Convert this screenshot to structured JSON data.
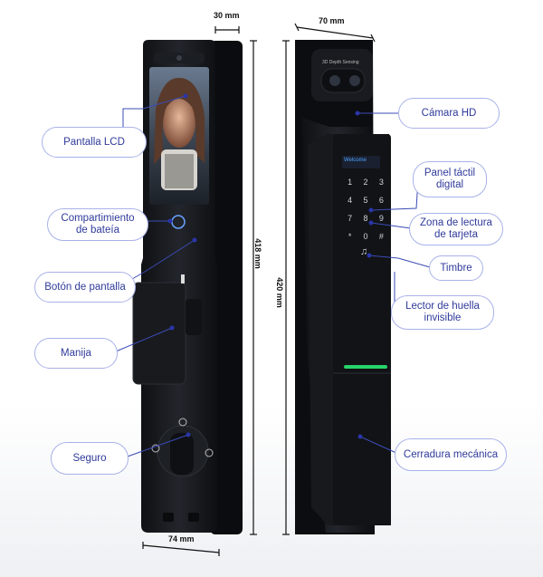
{
  "dimensions": {
    "width_top": "30 mm",
    "width_side": "70 mm",
    "height_front": "418 mm",
    "height_side": "420 mm",
    "width_bottom": "74 mm"
  },
  "labels": {
    "lcd_screen": "Pantalla LCD",
    "battery_compartment": "Compartimiento de bateía",
    "screen_button": "Botón de pantalla",
    "handle": "Manija",
    "lock": "Seguro",
    "hd_camera": "Cámara HD",
    "touch_panel": "Panel táctil digital",
    "card_reading_zone": "Zona de lectura de tarjeta",
    "doorbell": "Timbre",
    "invisible_fingerprint_reader": "Lector de huella invisible",
    "mechanical_lock": "Cerradura mecánica"
  },
  "device": {
    "camera_text": "3D Depth Sensing",
    "display_text": "Welcome",
    "keypad": [
      "1",
      "2",
      "3",
      "4",
      "5",
      "6",
      "7",
      "8",
      "9",
      "*",
      "0",
      "#"
    ]
  },
  "colors": {
    "callout_border": "#a9b2e8",
    "callout_text": "#2f3a9a",
    "device_body": "#15171b",
    "accent_green": "#27d36a",
    "display_blue": "#4aa3ff"
  }
}
